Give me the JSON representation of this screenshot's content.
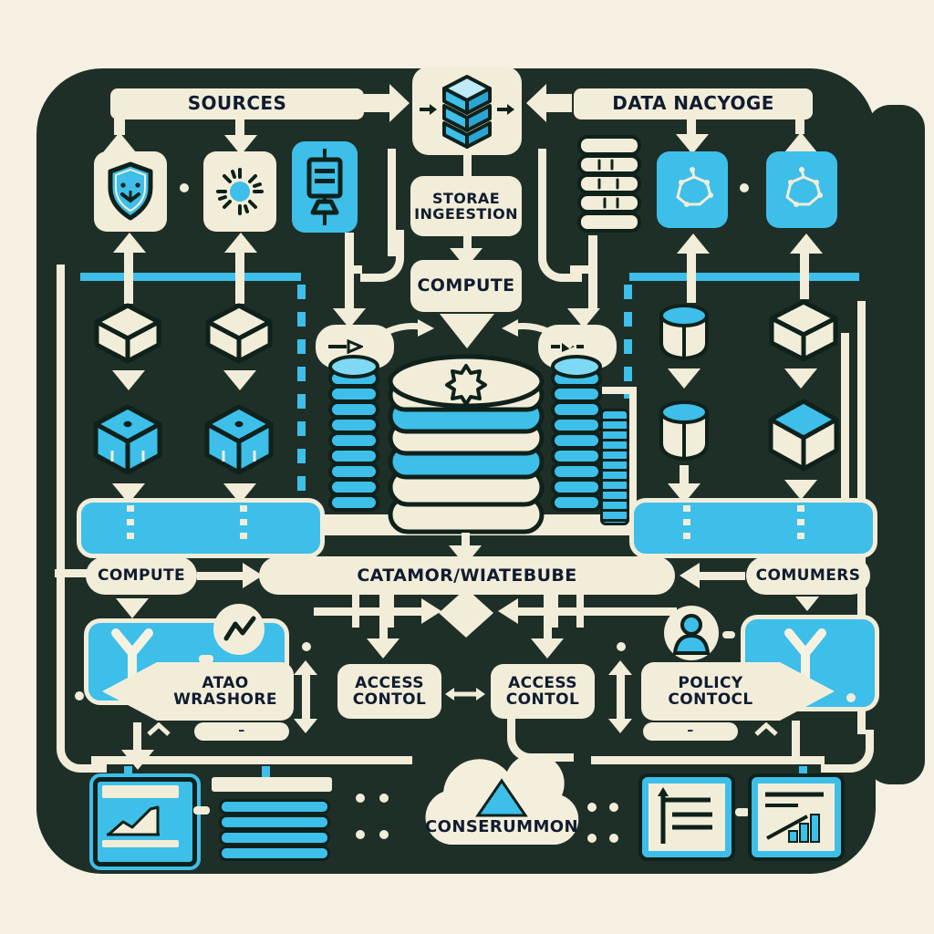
{
  "palette": {
    "background": "#f5f0e2",
    "panel": "#1e2f28",
    "cream": "#f2edd9",
    "blue": "#3dbfe9",
    "blue_dark": "#2ba4d2",
    "ink": "#101c30",
    "outline": "#0e211b"
  },
  "top": {
    "sources": "SOURCES",
    "data": "DATA NACYOGE",
    "ingest_line1": "STORAE",
    "ingest_line2": "INGEESTION",
    "compute": "COMPUTE"
  },
  "mid": {
    "compute": "COMPUTE",
    "catalog": "CATAMOR/WIATEBUBE",
    "consumers": "COMUMERS"
  },
  "labels": {
    "warehouse_line1": "ATAO",
    "warehouse_line2": "WRASHORE",
    "access_a_line1": "ACCESS",
    "access_a_line2": "CONTOL",
    "access_b_line1": "ACCESS",
    "access_b_line2": "CONTOL",
    "policy_line1": "POLICY",
    "policy_line2": "CONTOCL",
    "dash": "–"
  },
  "bottom": {
    "cloud": "CONSERUMMON"
  },
  "icon_names": [
    "layers-cube-icon",
    "shield-icon",
    "sun-icon",
    "terminal-icon",
    "database-stack-icon",
    "molecule-icon",
    "cube-icon",
    "blue-cube-icon",
    "coin-stack-icon",
    "striped-stack-icon",
    "database-icon",
    "star-icon",
    "cylinder-icon",
    "pump-arrow-icon",
    "y-branch-icon",
    "line-chart-circle-icon",
    "person-icon",
    "diamond-icon",
    "cloud-icon",
    "upload-triangle-icon",
    "monitor-chart-icon",
    "list-panel-icon",
    "report-icon",
    "bar-chart-icon",
    "arrow-right-icon",
    "arrow-left-icon",
    "arrow-down-icon",
    "arrow-up-icon",
    "double-arrow-vertical-icon",
    "double-arrow-horizontal-icon",
    "chevron-up-icon"
  ]
}
